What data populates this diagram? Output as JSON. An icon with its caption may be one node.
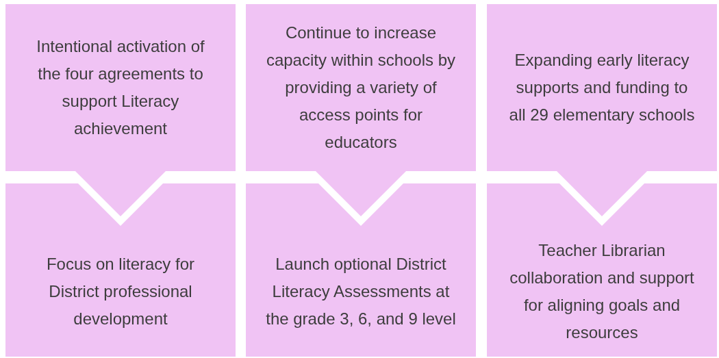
{
  "diagram": {
    "nodes": [
      {
        "text": [
          "Intentional activation of the four agreements to support Literacy achievement"
        ]
      },
      {
        "text": [
          "Continue to increase capacity within schools by providing a variety of access points for educators"
        ]
      },
      {
        "text": [
          "Expanding early literacy supports and funding to all 29 elementary schools"
        ]
      },
      {
        "text": [
          "Focus on literacy for District professional development"
        ]
      },
      {
        "text": [
          "Launch optional District Literacy Assessments at the grade 3, 6, and 9 level"
        ]
      },
      {
        "text": [
          "Teacher Librarian collaboration and support for aligning goals and resources"
        ]
      }
    ]
  }
}
